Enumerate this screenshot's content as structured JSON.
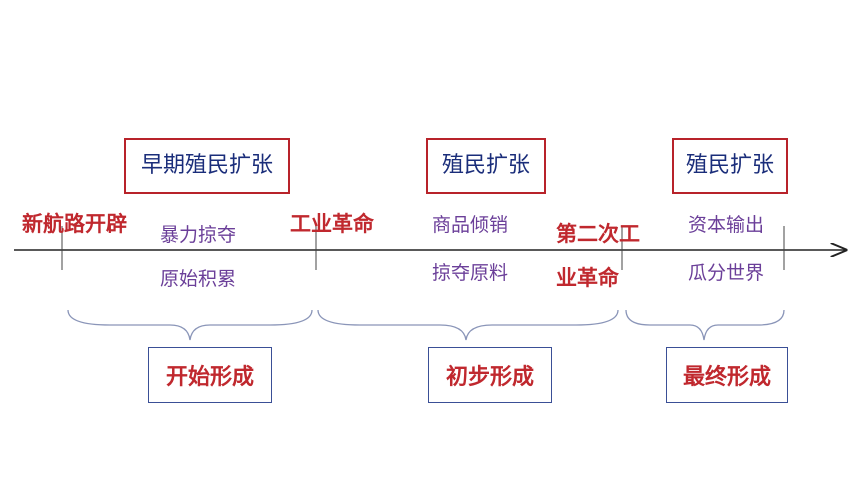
{
  "phases": [
    {
      "label": "早期殖民扩张",
      "result": "开始形成"
    },
    {
      "label": "殖民扩张",
      "result": "初步形成"
    },
    {
      "label": "殖民扩张",
      "result": "最终形成"
    }
  ],
  "events": {
    "e1": "新航路开辟",
    "e2": "工业革命",
    "e3_line1": "第二次工",
    "e3_line2": "业革命"
  },
  "means": {
    "p1_line1": "暴力掠夺",
    "p1_line2": "原始积累",
    "p2_line1": "商品倾销",
    "p2_line2": "掠夺原料",
    "p3_line1": "资本输出",
    "p3_line2": "瓜分世界"
  },
  "colors": {
    "event_red": "#c0282e",
    "box_border_red": "#b8232a",
    "phase_text_blue": "#1a2d7a",
    "means_purple": "#6b3f99",
    "brace_gray": "#8a95b8"
  }
}
